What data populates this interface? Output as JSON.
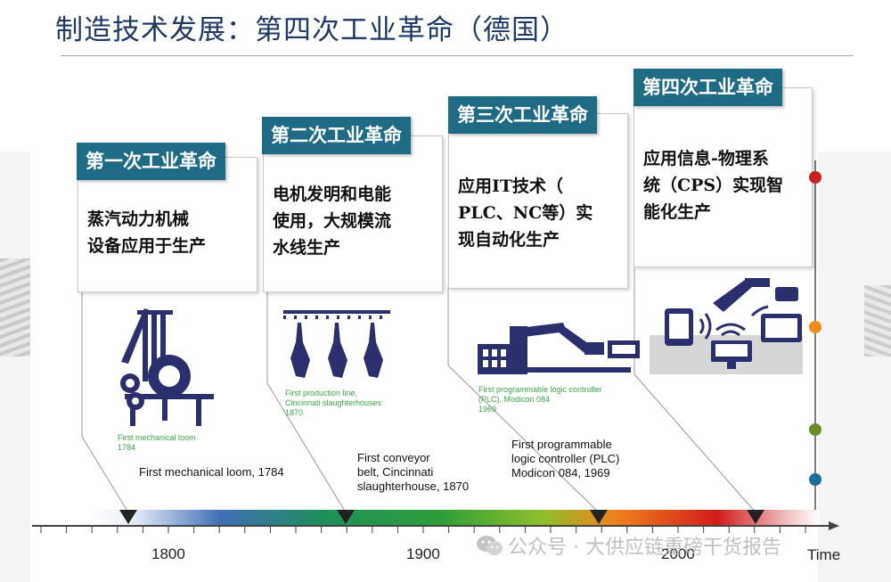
{
  "title": "制造技术发展：第四次工业革命（德国）",
  "cards": [
    {
      "head": "第一次工业革命",
      "body1": "蒸汽动力机械",
      "body2": "设备应用于生产",
      "body3": ""
    },
    {
      "head": "第二次工业革命",
      "body1": "电机发明和电能",
      "body2": "使用，大规模流",
      "body3": "水线生产"
    },
    {
      "head": "第三次工业革命",
      "body1": "应用IT技术（",
      "body2": "PLC、NC等）实",
      "body3": "现自动化生产"
    },
    {
      "head": "第四次工业革命",
      "body1": "应用信息-物理系",
      "body2": "统（CPS）实现智",
      "body3": "能化生产"
    }
  ],
  "image_captions": {
    "loom_small": [
      "First mechanical loom",
      "1784"
    ],
    "line_small": [
      "First production line,",
      "Cincinnati slaughterhouses",
      "1870"
    ],
    "plc_small": [
      "First programmable logic controller",
      "(PLC), Modicon 084",
      "1969"
    ]
  },
  "timeline_captions": {
    "loom": "First mechanical loom, 1784",
    "conveyor": [
      "First conveyor",
      "belt, Cincinnati",
      "slaughterhouse, 1870"
    ],
    "plc": [
      "First programmable",
      "logic controller (PLC)",
      "Modicon 084, 1969"
    ]
  },
  "axis": {
    "ticks": [
      "1800",
      "1900",
      "2000"
    ],
    "time_label": "Time"
  },
  "side_dots": [
    {
      "color": "#cc1f1f"
    },
    {
      "color": "#f08a1c"
    },
    {
      "color": "#6c8e2a"
    },
    {
      "color": "#1f6b9a"
    }
  ],
  "colors": {
    "header": "#1f6b86",
    "icon": "#2b2f6e",
    "timeline_blue": "#3f6fb5",
    "timeline_green": "#2e9e3a",
    "timeline_orange": "#f0821c",
    "timeline_red": "#d21c1c"
  },
  "watermark": "公众号 · 大供应链重磅干货报告"
}
